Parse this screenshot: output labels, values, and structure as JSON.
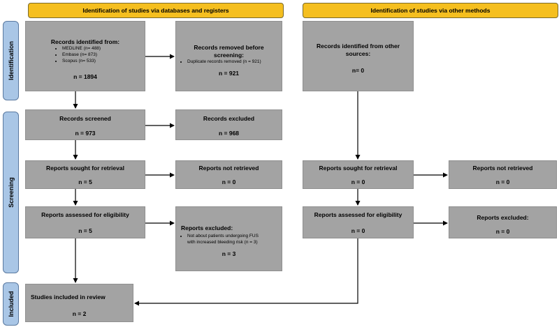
{
  "headers": {
    "databases": "Identification of studies via databases and registers",
    "other": "Identification of studies via other methods"
  },
  "phases": {
    "identification": "Identification",
    "screening": "Screening",
    "included": "Included"
  },
  "left": {
    "identified": {
      "title": "Records identified from:",
      "items": [
        "MEDLINE (n= 488)",
        "Embase (n= 873)",
        "Scopus (n= 533)"
      ],
      "count": "n = 1894"
    },
    "removed": {
      "title": "Records removed before",
      "title2": "screening:",
      "items": [
        "Duplicate records removed (n = 921)"
      ],
      "count": "n = 921"
    },
    "screened": {
      "title": "Records screened",
      "count": "n = 973"
    },
    "excluded": {
      "title": "Records excluded",
      "count": "n = 968"
    },
    "sought": {
      "title": "Reports sought for retrieval",
      "count": "n = 5"
    },
    "not_retrieved": {
      "title": "Reports not retrieved",
      "count": "n = 0"
    },
    "assessed": {
      "title": "Reports assessed for eligibility",
      "count": "n = 5"
    },
    "reports_excluded": {
      "title": "Reports excluded:",
      "items": [
        "Not about patients undergoing FUS",
        "with increased bleeding risk (n = 3)"
      ],
      "count": "n = 3"
    },
    "included": {
      "title": "Studies included in review",
      "count": "n = 2"
    }
  },
  "right": {
    "identified": {
      "title": "Records identified from other",
      "title2": "sources:",
      "count": "n= 0"
    },
    "sought": {
      "title": "Reports sought for retrieval",
      "count": "n = 0"
    },
    "not_retrieved": {
      "title": "Reports not retrieved",
      "count": "n = 0"
    },
    "assessed": {
      "title": "Reports assessed for eligibility",
      "count": "n = 0"
    },
    "reports_excluded": {
      "title": "Reports excluded:",
      "count": "n = 0"
    }
  },
  "colors": {
    "header": "#f5bf1f",
    "phase": "#a9c6e6",
    "box": "#a3a3a3"
  }
}
